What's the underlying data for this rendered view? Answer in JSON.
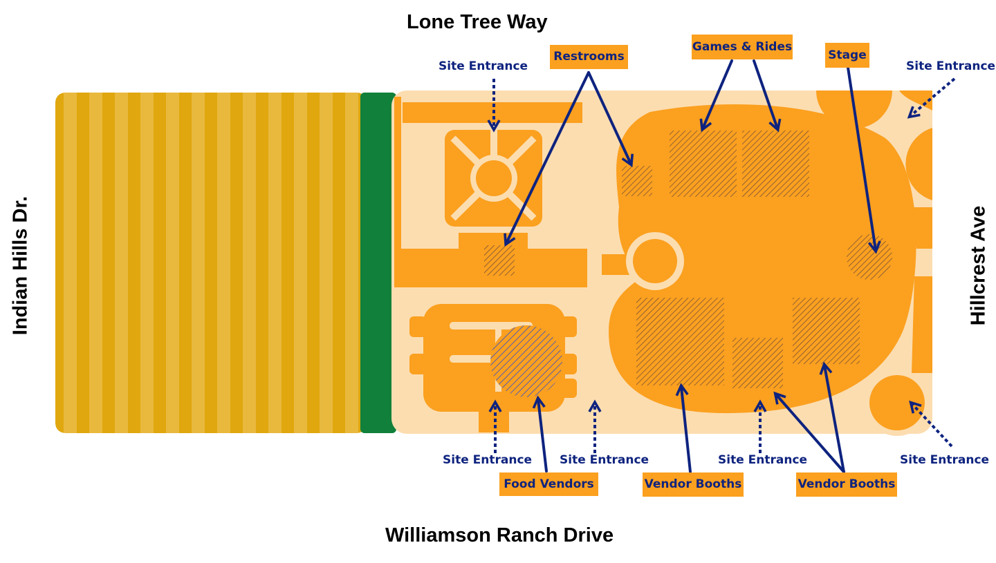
{
  "streets": {
    "north": "Lone Tree Way",
    "south": "Williamson Ranch Drive",
    "west": "Indian Hills Dr.",
    "east": "Hillcrest Ave"
  },
  "entrance_label": "Site Entrance",
  "labels": {
    "restrooms": "Restrooms",
    "games_rides": "Games & Rides",
    "stage": "Stage",
    "food_vendors": "Food Vendors",
    "vendor_booths": "Vendor Booths"
  },
  "colors": {
    "orange": "#FBA01F",
    "cream": "#FCDDB0",
    "field_dark": "#E0A70E",
    "field_light": "#E9B93E",
    "green": "#11803A",
    "navy": "#0E237F",
    "label_bg": "#FBA01F"
  }
}
